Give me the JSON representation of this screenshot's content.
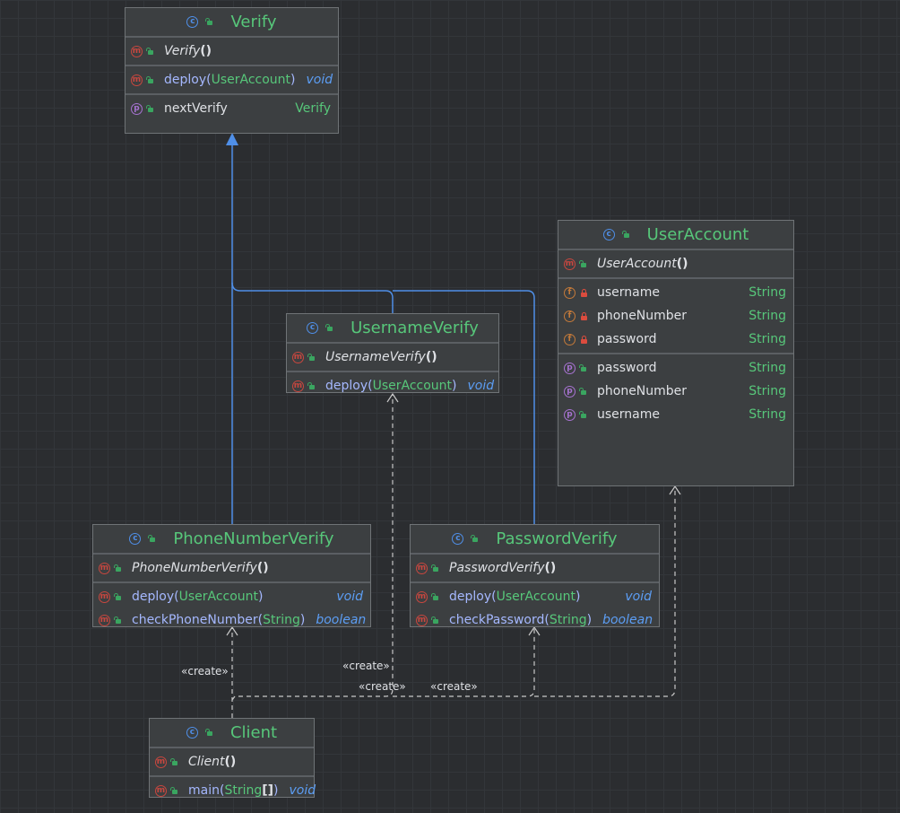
{
  "classes": {
    "verify": {
      "name": "Verify",
      "constructor": "Verify",
      "methods": [
        {
          "name": "deploy",
          "param": "UserAccount",
          "ret": "void"
        }
      ],
      "properties": [
        {
          "name": "nextVerify",
          "type": "Verify"
        }
      ]
    },
    "username_verify": {
      "name": "UsernameVerify",
      "constructor": "UsernameVerify",
      "methods": [
        {
          "name": "deploy",
          "param": "UserAccount",
          "ret": "void"
        }
      ]
    },
    "user_account": {
      "name": "UserAccount",
      "constructor": "UserAccount",
      "fields": [
        {
          "name": "username",
          "type": "String"
        },
        {
          "name": "phoneNumber",
          "type": "String"
        },
        {
          "name": "password",
          "type": "String"
        }
      ],
      "properties": [
        {
          "name": "password",
          "type": "String"
        },
        {
          "name": "phoneNumber",
          "type": "String"
        },
        {
          "name": "username",
          "type": "String"
        }
      ]
    },
    "phone_number_verify": {
      "name": "PhoneNumberVerify",
      "constructor": "PhoneNumberVerify",
      "methods": [
        {
          "name": "deploy",
          "param": "UserAccount",
          "ret": "void"
        },
        {
          "name": "checkPhoneNumber",
          "param": "String",
          "ret": "boolean"
        }
      ]
    },
    "password_verify": {
      "name": "PasswordVerify",
      "constructor": "PasswordVerify",
      "methods": [
        {
          "name": "deploy",
          "param": "UserAccount",
          "ret": "void"
        },
        {
          "name": "checkPassword",
          "param": "String",
          "ret": "boolean"
        }
      ]
    },
    "client": {
      "name": "Client",
      "constructor": "Client",
      "methods": [
        {
          "name": "main",
          "param": "String",
          "param_suffix": "[]",
          "ret": "void"
        }
      ]
    }
  },
  "badges": {
    "class": "c",
    "method": "m",
    "field": "f",
    "property": "p"
  },
  "paren_open": "(",
  "paren_close": ")",
  "ctor_parens": "()",
  "edge_labels": {
    "create": "«create»"
  },
  "colors": {
    "background": "#2b2d30",
    "class_name": "#57c77a",
    "inheritance_edge": "#4f8fe8",
    "dependency_edge": "#c8c8c8"
  }
}
